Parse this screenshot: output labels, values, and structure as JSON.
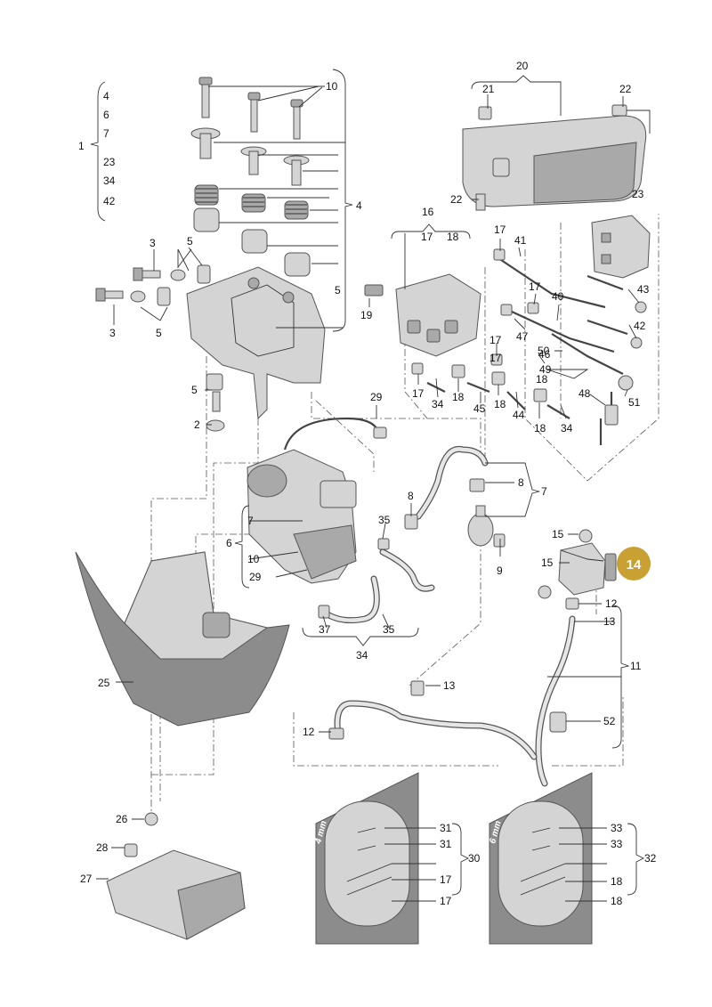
{
  "highlight": {
    "label": "14",
    "color": "#c9a032"
  },
  "colors": {
    "part_light": "#d4d4d4",
    "part_dark": "#a9a9a9",
    "line": "#333333"
  },
  "kits": {
    "kit_4mm": "4 mm",
    "kit_6mm": "6 mm"
  },
  "callouts": {
    "n1": "1",
    "n4a": "4",
    "n6a": "6",
    "n7a": "7",
    "n23a": "23",
    "n34a": "34",
    "n42a": "42",
    "n10": "10",
    "n4": "4",
    "n5": "5",
    "n3a": "3",
    "n5a": "5",
    "n3b": "3",
    "n5b": "5",
    "n19": "19",
    "n5c": "5",
    "n2": "2",
    "n20": "20",
    "n21": "21",
    "n22a": "22",
    "n22b": "22",
    "n23": "23",
    "n16": "16",
    "n17h": "17",
    "n18h": "18",
    "n17a": "17",
    "n41": "41",
    "n17b": "17",
    "n40": "40",
    "n43": "43",
    "n47": "47",
    "n42": "42",
    "n17c": "17",
    "n46": "46",
    "n50": "50",
    "n17d": "17",
    "n49": "49",
    "n18a": "18",
    "n48": "48",
    "n51": "51",
    "n17e": "17",
    "n34b": "34",
    "n18b": "18",
    "n45": "45",
    "n18c": "18",
    "n44": "44",
    "n18d": "18",
    "n34c": "34",
    "n29": "29",
    "n8a": "8",
    "n8b": "8",
    "n7": "7",
    "n9": "9",
    "n35a": "35",
    "n7b": "7",
    "n6": "6",
    "n10b": "10",
    "n29b": "29",
    "n37": "37",
    "n35b": "35",
    "n34": "34",
    "n15a": "15",
    "n15b": "15",
    "n12a": "12",
    "n13a": "13",
    "n11": "11",
    "n25": "25",
    "n13b": "13",
    "n12b": "12",
    "n52": "52",
    "n26": "26",
    "n28": "28",
    "n27": "27",
    "n31a": "31",
    "n31b": "31",
    "n30": "30",
    "n17f": "17",
    "n17g": "17",
    "n33a": "33",
    "n33b": "33",
    "n32": "32",
    "n18e": "18",
    "n18f": "18"
  }
}
